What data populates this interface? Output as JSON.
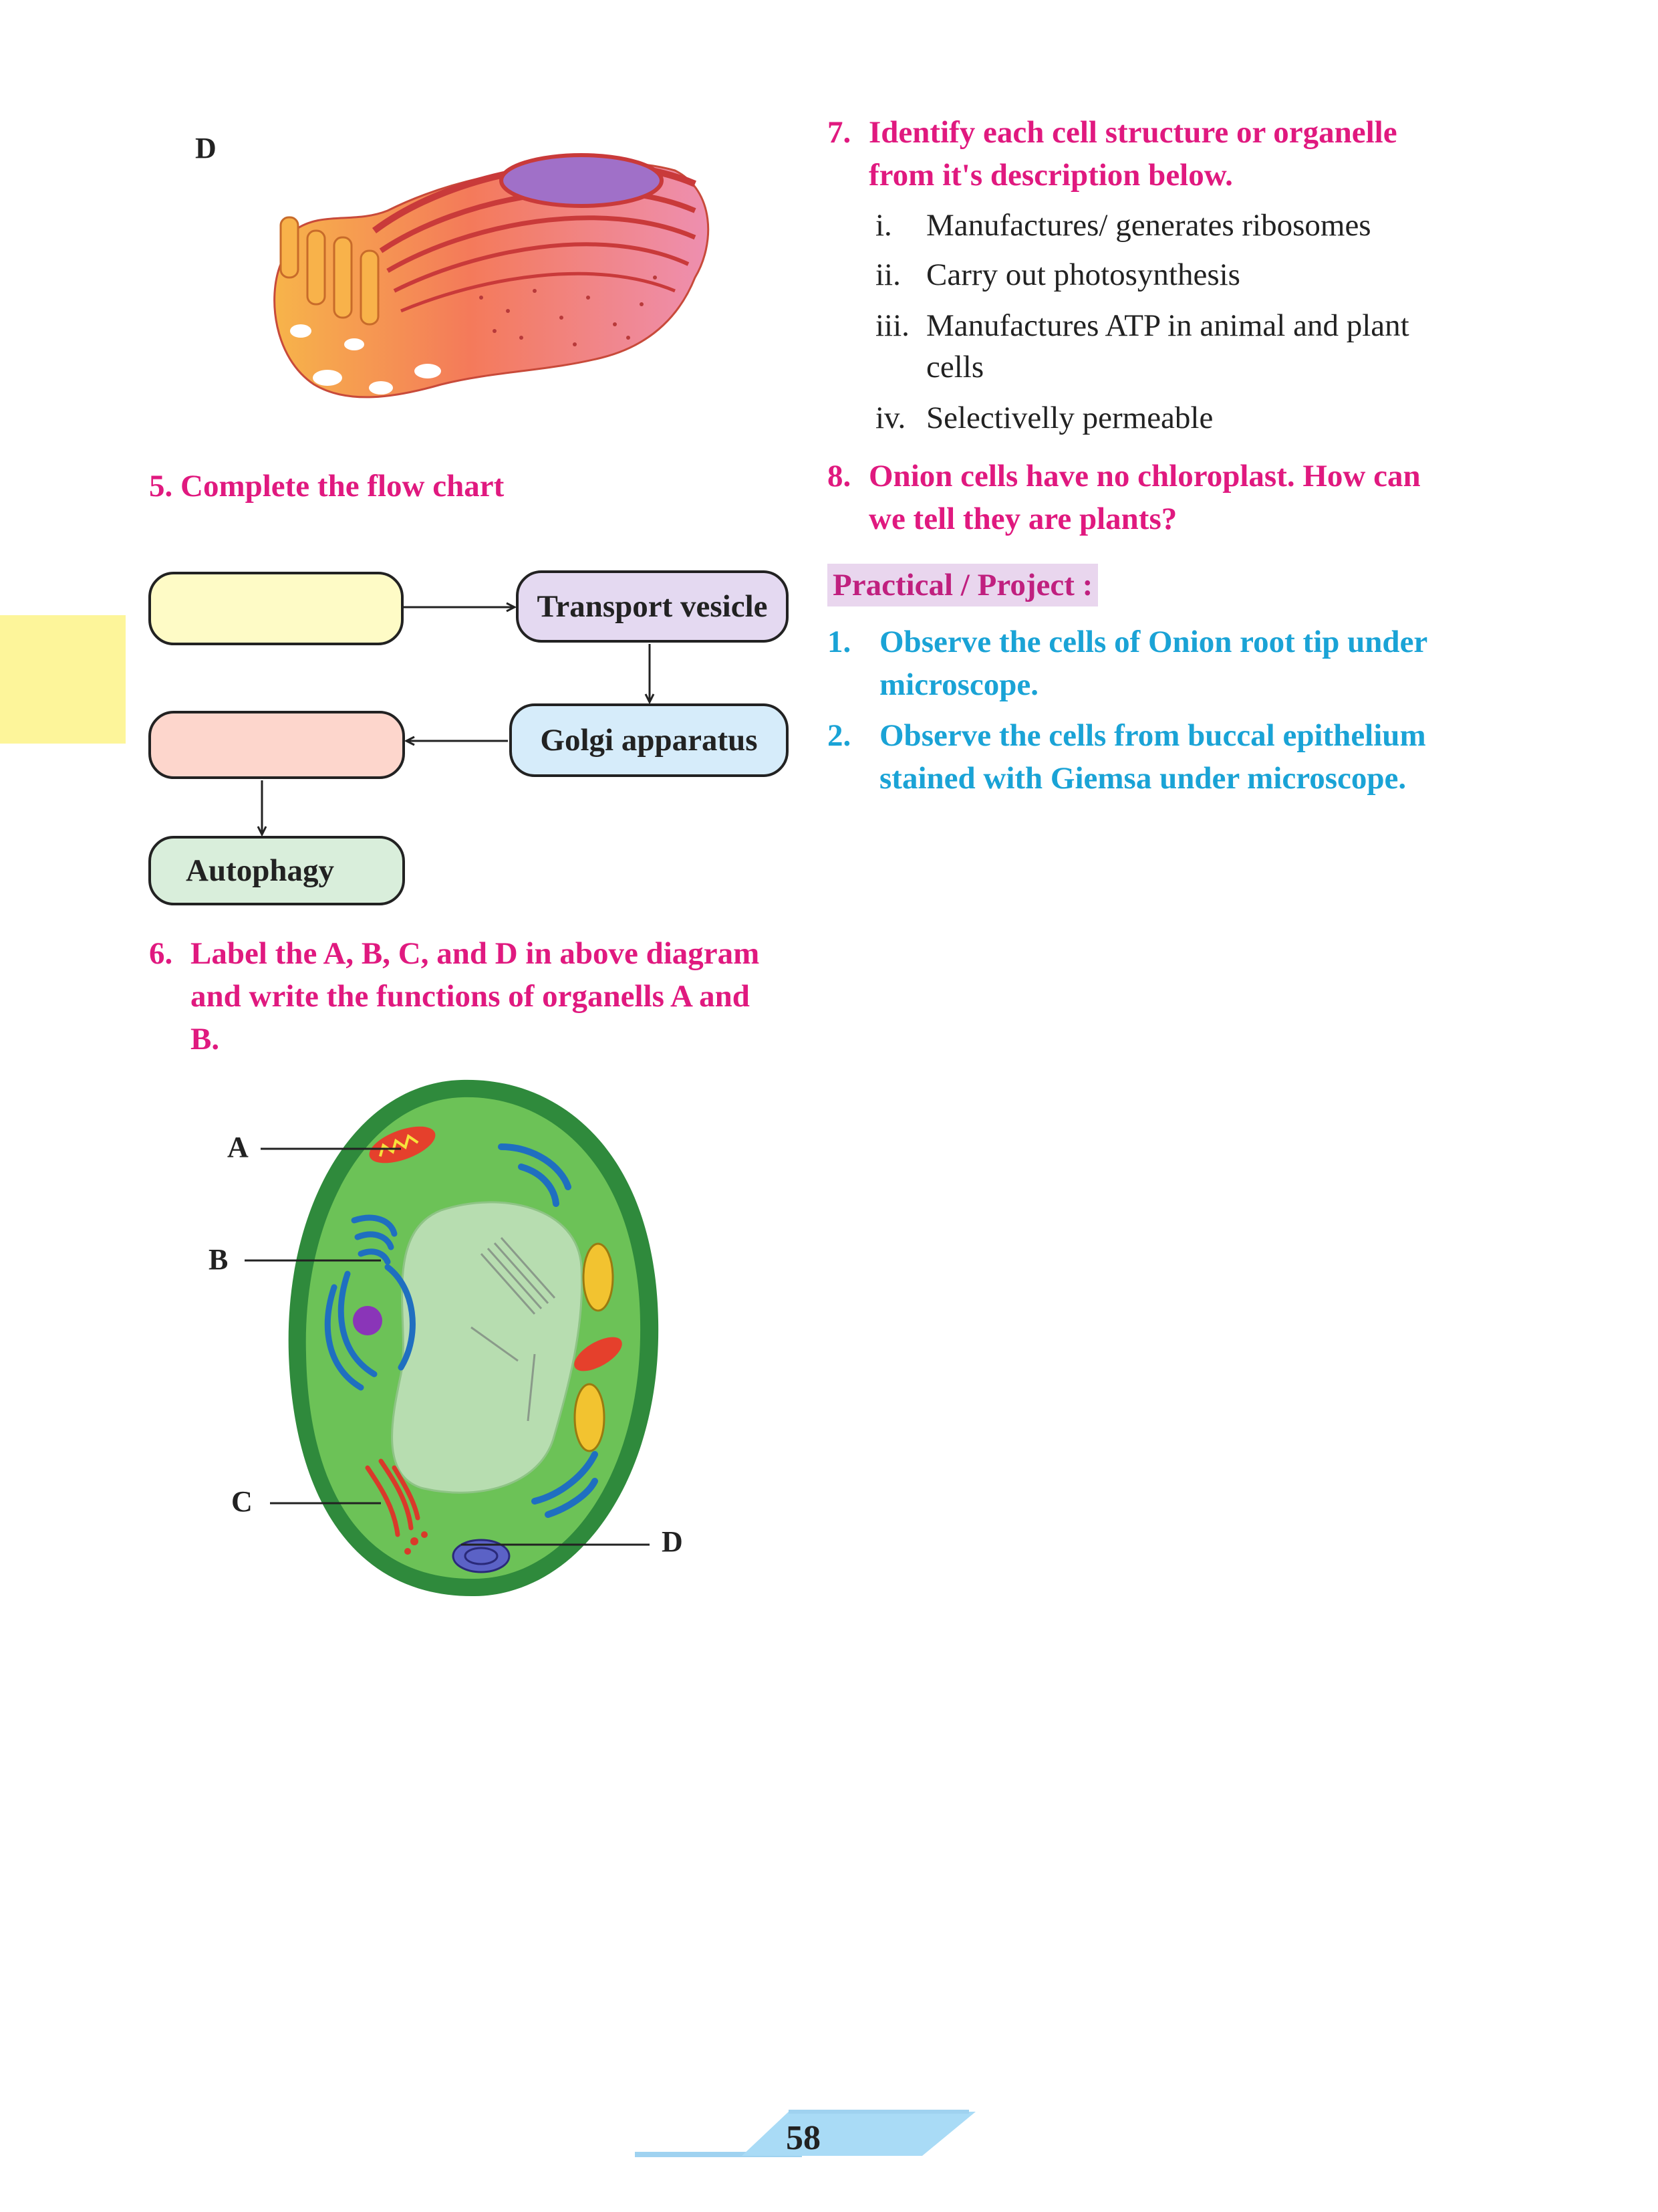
{
  "organelle_figure": {
    "label": "D"
  },
  "q5": {
    "title": "5. Complete the flow chart"
  },
  "flowchart": {
    "box1": "",
    "box2": "Transport vesicle",
    "box3": "Golgi apparatus",
    "box4": "",
    "box5": "Autophagy"
  },
  "q6": {
    "number": "6.",
    "lines": [
      "Label the A, B, C, and D in above diagram",
      "and write the functions of organells A and",
      "B."
    ]
  },
  "cell_diagram": {
    "labels": [
      "A",
      "B",
      "C",
      "D"
    ]
  },
  "q7": {
    "number": "7.",
    "lines": [
      "Identify each cell structure or organelle",
      "from it's description below."
    ],
    "items": [
      {
        "num": "i.",
        "text": "Manufactures/ generates ribosomes"
      },
      {
        "num": "ii.",
        "text": "Carry out photosynthesis"
      },
      {
        "num": "iii.",
        "text": "Manufactures ATP in animal and plant"
      },
      {
        "num": "",
        "text": "cells"
      },
      {
        "num": "iv.",
        "text": "Selectivelly permeable"
      }
    ]
  },
  "q8": {
    "number": "8.",
    "lines": [
      "Onion cells have no chloroplast. How can",
      "we tell they are plants?"
    ]
  },
  "practical": {
    "heading": "Practical / Project :",
    "items": [
      {
        "num": "1.",
        "lines": [
          "Observe the cells of Onion root tip under",
          "microscope."
        ]
      },
      {
        "num": "2.",
        "lines": [
          "Observe the cells from buccal epithelium",
          "stained with Giemsa under microscope."
        ]
      }
    ]
  },
  "page_number": "58",
  "colors": {
    "question": "#e0197f",
    "practical": "#1aa3d6",
    "tab": "#fdf59a"
  }
}
